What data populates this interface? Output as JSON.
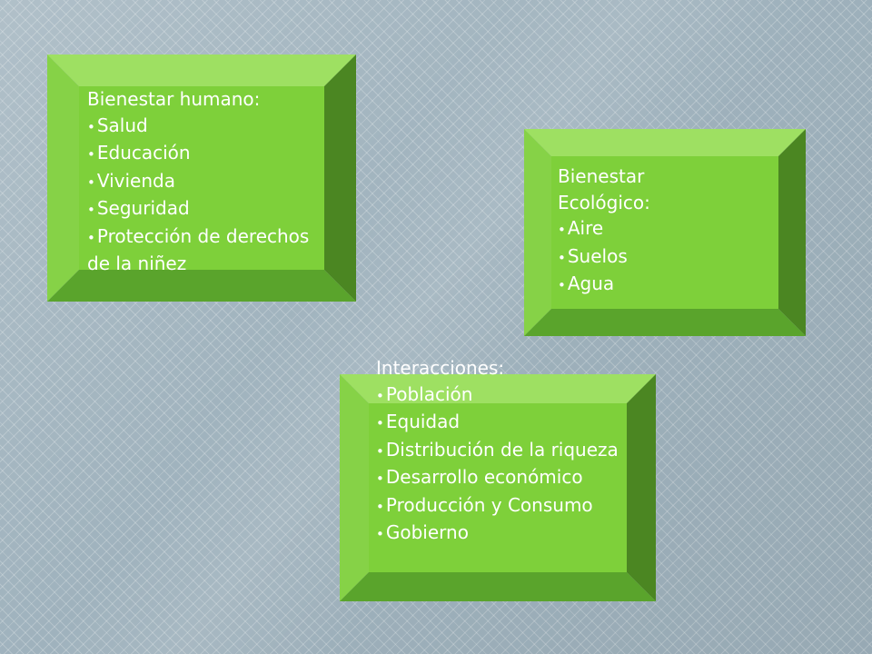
{
  "colors": {
    "face": "#7ed03a",
    "top": "#9ee062",
    "left": "#86d247",
    "right": "#4b8622",
    "bottom": "#5aa42c",
    "text": "#ffffff"
  },
  "boxes": {
    "human": {
      "heading": "Bienestar humano:",
      "items": [
        "Salud",
        "Educación",
        "Vivienda",
        "Seguridad",
        "Protección de derechos de la niñez"
      ]
    },
    "ecological": {
      "heading_line1": "Bienestar",
      "heading_line2": "Ecológico:",
      "items": [
        "Aire",
        "Suelos",
        "Agua"
      ]
    },
    "interactions": {
      "heading": "Interacciones:",
      "items": [
        "Población",
        "Equidad",
        "Distribución de la riqueza",
        "Desarrollo económico",
        "Producción y Consumo",
        "Gobierno"
      ]
    }
  }
}
